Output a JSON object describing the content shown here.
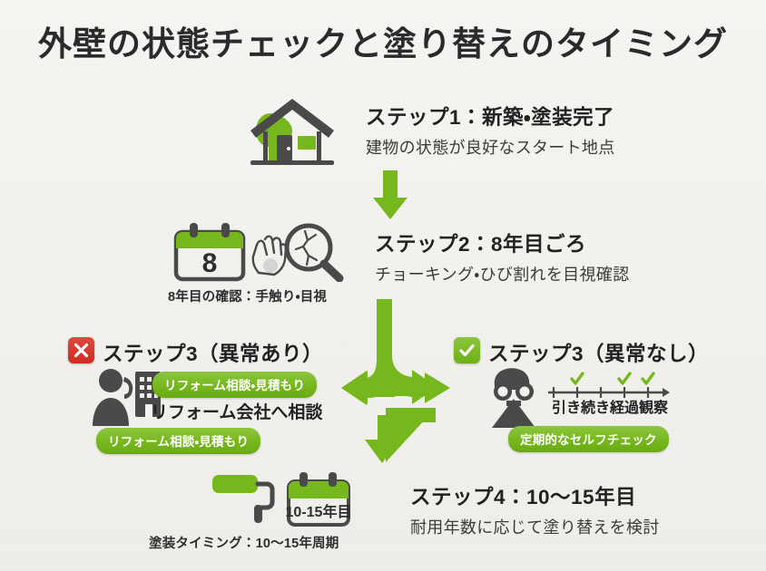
{
  "title": "外壁の状態チェックと塗り替えのタイミング",
  "colors": {
    "background": "#f4f3f0",
    "green": "#76b81d",
    "green_light": "#8cc63e",
    "dark_gray": "#4a4a4a",
    "red": "#d6352b",
    "text": "#2b2b2b"
  },
  "steps": [
    {
      "id": "step1",
      "heading": "ステップ1：新築・塗装完了",
      "subtext": "建物の状態が良好なスタート地点",
      "icon": "house-icon"
    },
    {
      "id": "step2",
      "heading": "ステップ2：8年目ごろ",
      "subtext": "チョーキング・ひび割れを目視確認",
      "caption": "8年目の確認：手触り・目視",
      "calendar_number": "8",
      "icons": [
        "calendar-icon",
        "hand-touch-icon",
        "magnifier-crack-icon"
      ]
    },
    {
      "id": "step3-abnormal",
      "badge": "x-mark",
      "heading": "ステップ3（異常あり）",
      "pill_top": "リフォーム相談・見積もり",
      "caption": "リフォーム会社へ相談",
      "pill_bottom": "リフォーム相談・見積もり",
      "icons": [
        "person-phone-icon",
        "building-icon"
      ]
    },
    {
      "id": "step3-normal",
      "badge": "check-mark",
      "heading": "ステップ3（異常なし）",
      "caption": "引き続き経過観察",
      "pill": "定期的なセルフチェック",
      "icons": [
        "binoculars-person-icon",
        "timeline-checks-icon"
      ]
    },
    {
      "id": "step4",
      "heading": "ステップ4：10〜15年目",
      "subtext": "耐用年数に応じて塗り替えを検討",
      "caption": "塗装タイミング：10〜15年周期",
      "calendar_label": "10-15年目",
      "icons": [
        "paint-roller-icon",
        "calendar-range-icon"
      ]
    }
  ],
  "arrows": [
    {
      "name": "arrow-step1-to-step2",
      "direction": "down"
    },
    {
      "name": "arrow-branch-left",
      "direction": "left"
    },
    {
      "name": "arrow-branch-right",
      "direction": "right"
    },
    {
      "name": "arrow-to-step4",
      "direction": "down"
    }
  ]
}
